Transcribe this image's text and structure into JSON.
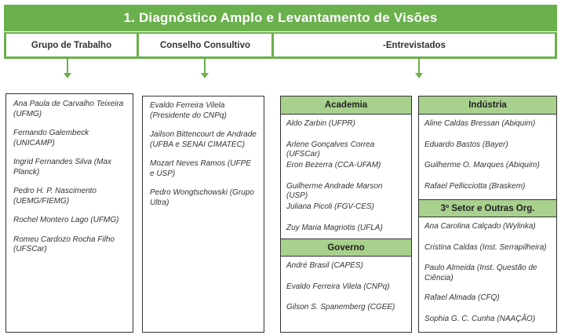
{
  "title": "1. Diagnóstico Amplo e Levantamento de Visões",
  "columns": {
    "grupo": "Grupo de Trabalho",
    "conselho": "Conselho Consultivo",
    "entrevistados": "-Entrevistados"
  },
  "grupo_members": [
    "Ana Paula de Carvalho Teixeira (UFMG)",
    "Fernando Galembeck (UNICAMP)",
    "Ingrid Fernandes Silva (Max Planck)",
    "Pedro H. P. Nascimento (UEMG/FIEMG)",
    "Rochel Montero Lago (UFMG)",
    "Romeu Cardozo Rocha Filho (UFSCar)"
  ],
  "conselho_members": [
    "Evaldo Ferreira Vilela (Presidente do CNPq)",
    "Jailson Bittencourt de Andrade (UFBA e SENAI CIMATEC)",
    "Mozart Neves Ramos (UFPE e USP)",
    "Pedro Wongtschowski (Grupo Ultra)"
  ],
  "academia": {
    "label": "Academia",
    "items": [
      "Aldo Zarbin (UFPR)",
      "Arlene Gonçalves Correa (UFSCar)",
      "Eron Bezerra (CCA-UFAM)",
      "Guilherme Andrade Marson (USP)",
      "Juliana Picoli (FGV-CES)",
      "Zuy Maria Magriotis (UFLA)"
    ]
  },
  "governo": {
    "label": "Governo",
    "items": [
      "André Brasil (CAPES)",
      "Evaldo  Ferreira Vilela (CNPq)",
      "Gilson S. Spanemberg (CGEE)"
    ]
  },
  "industria": {
    "label": "Indústria",
    "items": [
      "Aline Caldas Bressan (Abiquim)",
      "Eduardo Bastos (Bayer)",
      "Guilherme O. Marques (Abiquim)",
      "Rafael Pellicciotta (Braskem)"
    ]
  },
  "terceiro_setor": {
    "label": "3º Setor e Outras Org.",
    "items": [
      "Ana Carolina Calçado (Wylinka)",
      "Cristina Caldas (Inst. Serrapilheira)",
      "Paulo Almeida (Inst. Questão de Ciência)",
      "Rafael Almada (CFQ)",
      "Sophia G. C. Cunha (NAAÇÃO)"
    ]
  }
}
